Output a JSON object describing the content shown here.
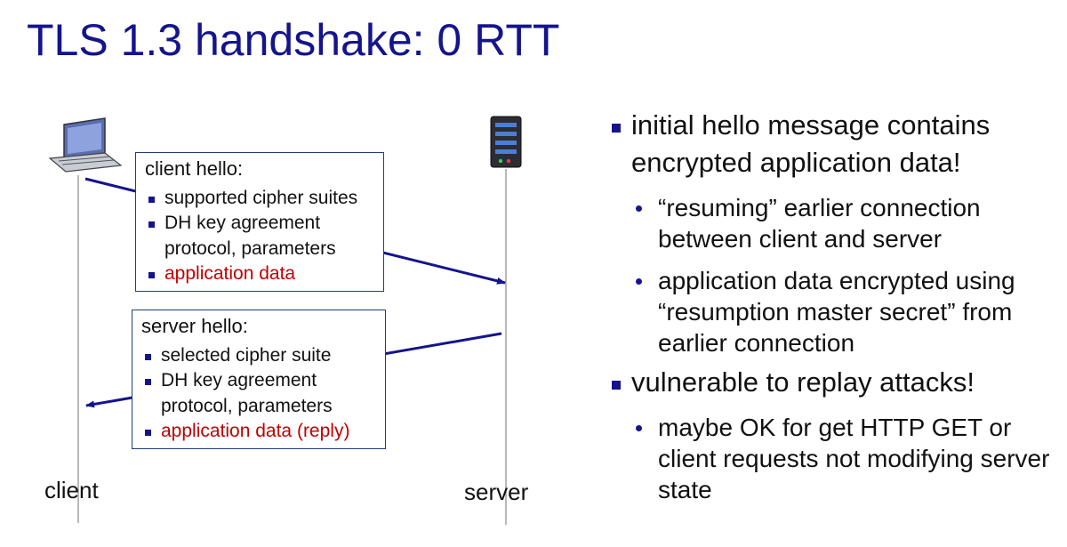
{
  "title": "TLS 1.3 handshake: 0 RTT",
  "client_box": {
    "heading": "client hello:",
    "items": [
      "supported cipher suites",
      "DH key agreement",
      "protocol, parameters",
      "application data"
    ]
  },
  "server_box": {
    "heading": "server hello:",
    "items": [
      "selected cipher suite",
      "DH key agreement",
      "protocol, parameters",
      "application data (reply)"
    ]
  },
  "labels": {
    "client": "client",
    "server": "server"
  },
  "bullets": [
    {
      "text": "initial hello message contains encrypted application data!",
      "subs": [
        "“resuming” earlier connection between client and server",
        "application data encrypted using “resumption master secret” from earlier connection"
      ]
    },
    {
      "text": "vulnerable to replay attacks!",
      "subs": [
        "maybe OK for get HTTP GET or client requests not modifying server state"
      ]
    }
  ],
  "colors": {
    "title": "#14148c",
    "arrow": "#14148c",
    "highlight": "#c00000"
  },
  "icons": {
    "client": "laptop-icon",
    "server": "server-icon"
  }
}
